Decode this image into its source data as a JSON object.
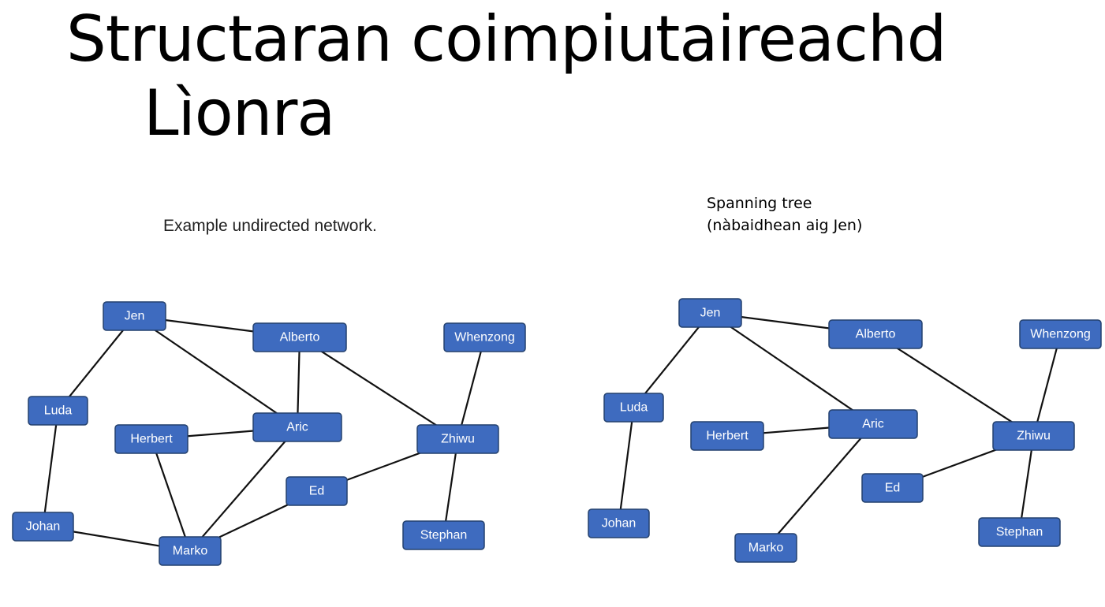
{
  "title": {
    "line1": "Structaran coimpiutaireachd",
    "line2": "Lìonra"
  },
  "left_caption": "Example undirected network.",
  "right_caption": {
    "line1": "Spanning tree",
    "line2": "(nàbaidhean aig Jen)"
  },
  "colors": {
    "node_fill": "#3e6bbf",
    "node_text": "#ffffff",
    "edge": "#111111"
  },
  "diagram_data": {
    "nodes": [
      "Jen",
      "Alberto",
      "Whenzong",
      "Luda",
      "Aric",
      "Herbert",
      "Zhiwu",
      "Ed",
      "Johan",
      "Stephan",
      "Marko"
    ],
    "network_edges": [
      [
        "Jen",
        "Alberto"
      ],
      [
        "Jen",
        "Luda"
      ],
      [
        "Jen",
        "Aric"
      ],
      [
        "Alberto",
        "Aric"
      ],
      [
        "Alberto",
        "Zhiwu"
      ],
      [
        "Whenzong",
        "Zhiwu"
      ],
      [
        "Luda",
        "Johan"
      ],
      [
        "Herbert",
        "Aric"
      ],
      [
        "Herbert",
        "Marko"
      ],
      [
        "Aric",
        "Marko"
      ],
      [
        "Zhiwu",
        "Ed"
      ],
      [
        "Zhiwu",
        "Stephan"
      ],
      [
        "Ed",
        "Marko"
      ],
      [
        "Johan",
        "Marko"
      ]
    ],
    "spanning_tree_edges": [
      [
        "Jen",
        "Alberto"
      ],
      [
        "Jen",
        "Luda"
      ],
      [
        "Jen",
        "Aric"
      ],
      [
        "Alberto",
        "Zhiwu"
      ],
      [
        "Whenzong",
        "Zhiwu"
      ],
      [
        "Luda",
        "Johan"
      ],
      [
        "Herbert",
        "Aric"
      ],
      [
        "Aric",
        "Marko"
      ],
      [
        "Zhiwu",
        "Ed"
      ],
      [
        "Zhiwu",
        "Stephan"
      ]
    ]
  }
}
